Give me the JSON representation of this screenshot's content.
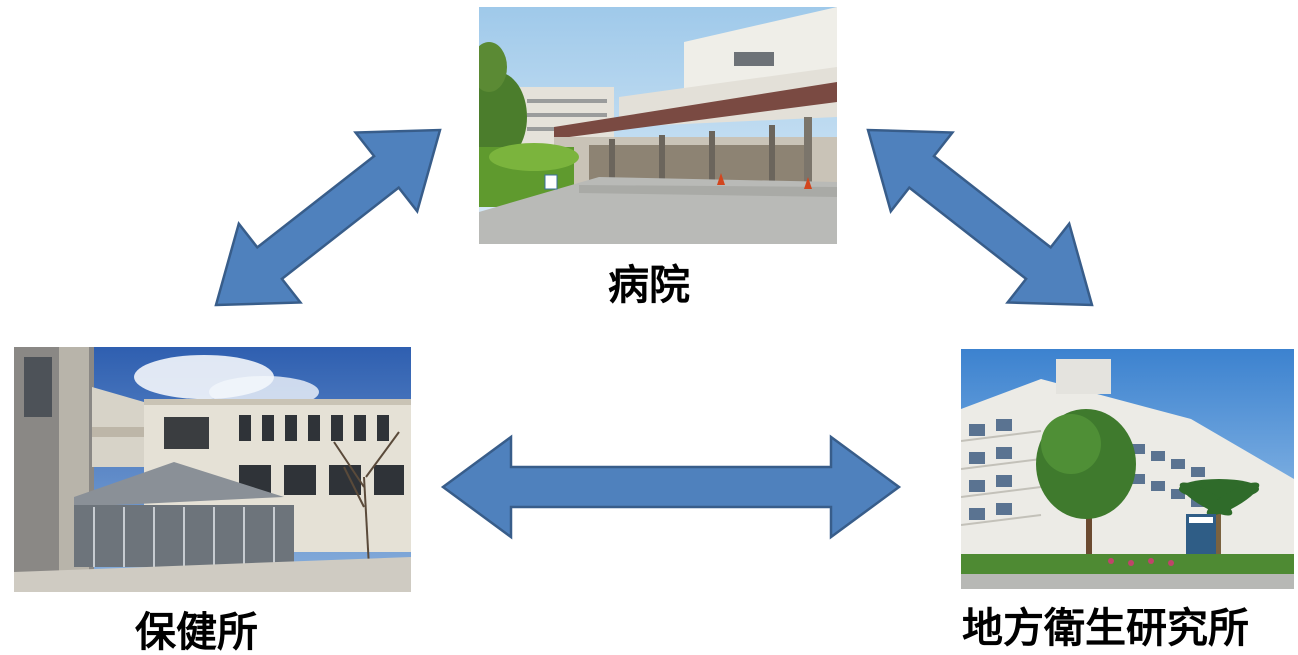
{
  "nodes": {
    "hospital": {
      "label": "病院"
    },
    "health_center": {
      "label": "保健所"
    },
    "local_institute": {
      "label": "地方衛生研究所"
    }
  },
  "colors": {
    "arrow_fill": "#4f81bd",
    "arrow_stroke": "#385d8a",
    "label_text": "#000000",
    "sky": "#bcd9f2",
    "building_light": "#e9e7e0"
  },
  "edges": [
    {
      "from": "hospital",
      "to": "health_center",
      "direction": "bidirectional"
    },
    {
      "from": "hospital",
      "to": "local_institute",
      "direction": "bidirectional"
    },
    {
      "from": "health_center",
      "to": "local_institute",
      "direction": "bidirectional"
    }
  ]
}
